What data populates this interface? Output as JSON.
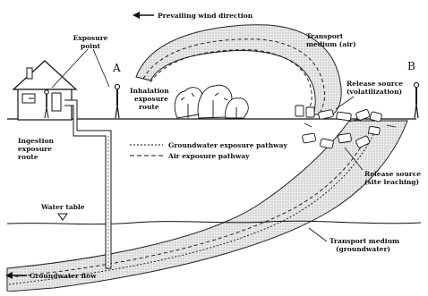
{
  "labels": {
    "prevailing_wind": "Prevailing wind direction",
    "exposure_point": [
      "Exposure",
      "point"
    ],
    "point_a": "A",
    "point_b": "B",
    "transport_air": [
      "Transport",
      "medium (air)"
    ],
    "inhalation_route": [
      "Inhalation",
      "exposure",
      "route"
    ],
    "release_volatilization": [
      "Release source",
      "(volatilization)"
    ],
    "ingestion_route": [
      "Ingestion",
      "exposure",
      "route"
    ],
    "legend_groundwater": "Groundwater exposure pathway",
    "legend_air": "Air exposure pathway",
    "release_leaching": [
      "Release source",
      "(site leaching)"
    ],
    "water_table": "Water table",
    "transport_groundwater": [
      "Transport medium",
      "(groundwater)"
    ],
    "groundwater_flow": "Groundwater flow"
  },
  "colors": {
    "ink": "#111111",
    "plume_fill": "#d7d7d7",
    "background": "#ffffff"
  }
}
